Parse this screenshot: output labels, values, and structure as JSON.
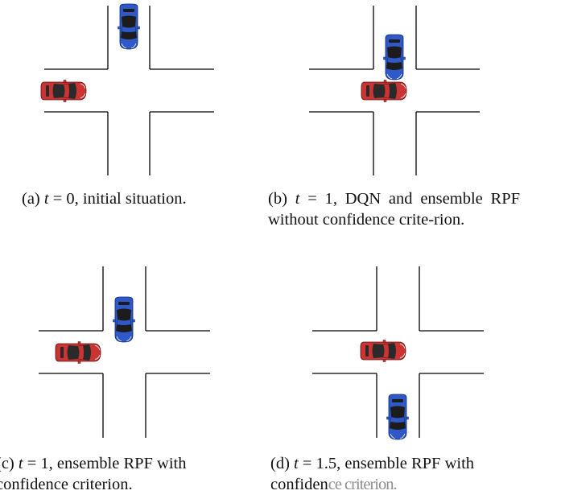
{
  "colors": {
    "red_car": "#cc3333",
    "blue_car": "#2f59c8",
    "road_line": "#000000",
    "caption_text": "#111111"
  },
  "panels": [
    {
      "id": "a",
      "prefix": "(a) ",
      "math": "t",
      "math_rest": " = 0",
      "text": ", initial situation.",
      "vehicles": [
        {
          "name": "red-car",
          "color": "red",
          "heading": "east"
        },
        {
          "name": "blue-car",
          "color": "blue",
          "heading": "south"
        }
      ]
    },
    {
      "id": "b",
      "prefix": "(b) ",
      "math": "t",
      "math_rest": " = 1",
      "text": ", DQN and ensemble RPF without confidence crite-rion.",
      "vehicles": [
        {
          "name": "red-car",
          "color": "red",
          "heading": "east"
        },
        {
          "name": "blue-car",
          "color": "blue",
          "heading": "south"
        }
      ]
    },
    {
      "id": "c",
      "prefix": "(c) ",
      "math": "t",
      "math_rest": " = 1",
      "text": ", ensemble RPF with confidence criterion.",
      "vehicles": [
        {
          "name": "red-car",
          "color": "red",
          "heading": "east"
        },
        {
          "name": "blue-car",
          "color": "blue",
          "heading": "south"
        }
      ]
    },
    {
      "id": "d",
      "prefix": "(d) ",
      "math": "t",
      "math_rest": " = 1.5",
      "text": ", ensemble RPF with",
      "line2_visible": "confiden",
      "line2_faded": "ce criterion.",
      "vehicles": [
        {
          "name": "red-car",
          "color": "red",
          "heading": "east"
        },
        {
          "name": "blue-car",
          "color": "blue",
          "heading": "south"
        }
      ]
    }
  ]
}
